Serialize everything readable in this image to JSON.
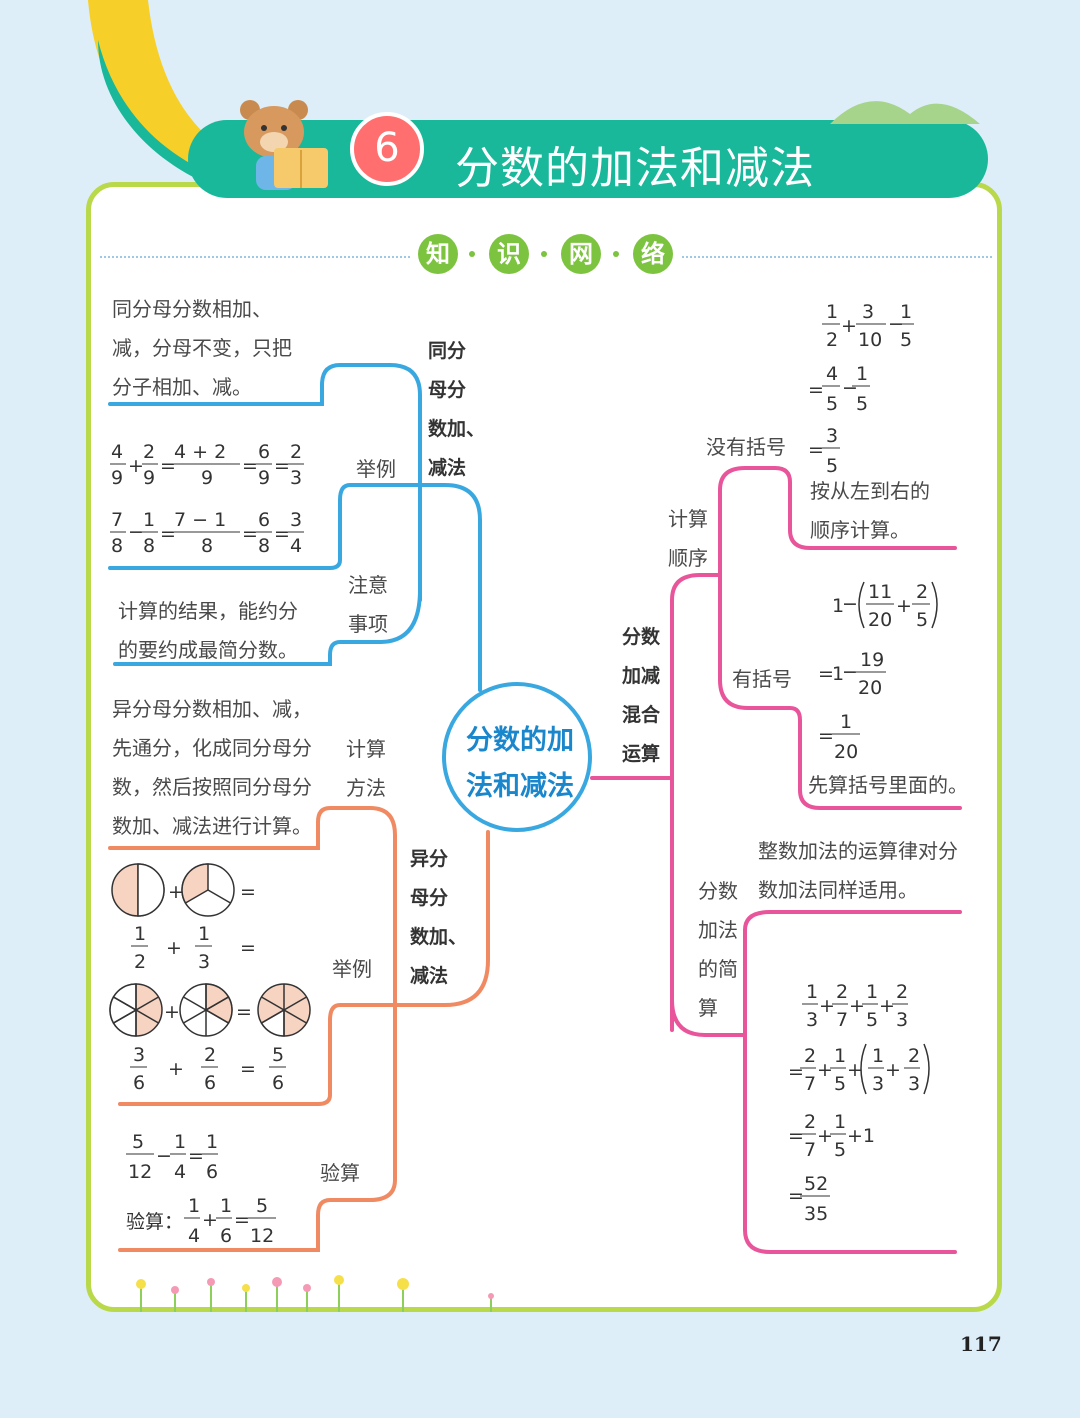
{
  "header": {
    "chapter_number": "6",
    "title": "分数的加法和减法"
  },
  "section": {
    "chars": [
      "知",
      "识",
      "网",
      "络"
    ]
  },
  "center": {
    "line1": "分数的加",
    "line2": "法和减法"
  },
  "left_top": {
    "branch": [
      "同分",
      "母分",
      "数加、",
      "减法"
    ],
    "rule": [
      "同分母分数相加、",
      "减，分母不变，只把",
      "分子相加、减。"
    ],
    "example_label": "举例",
    "note_label": [
      "注意",
      "事项"
    ],
    "note": [
      "计算的结果，能约分",
      "的要约成最简分数。"
    ],
    "ex1": {
      "a": "4",
      "b": "9",
      "c": "2",
      "d": "9",
      "e": "4 + 2",
      "f": "9",
      "g": "6",
      "h": "9",
      "i": "2",
      "j": "3"
    },
    "ex2": {
      "a": "7",
      "b": "8",
      "c": "1",
      "d": "8",
      "e": "7 − 1",
      "f": "8",
      "g": "6",
      "h": "8",
      "i": "3",
      "j": "4"
    }
  },
  "left_bottom": {
    "branch": [
      "异分",
      "母分",
      "数加、",
      "减法"
    ],
    "method_label": [
      "计算",
      "方法"
    ],
    "method": [
      "异分母分数相加、减，",
      "先通分，化成同分母分",
      "数，然后按照同分母分",
      "数加、减法进行计算。"
    ],
    "example_label": "举例",
    "check_label": "验算",
    "check_prefix": "验算：",
    "f1": [
      "1",
      "2",
      "1",
      "3"
    ],
    "f2": [
      "3",
      "6",
      "2",
      "6",
      "5",
      "6"
    ],
    "c1": [
      "5",
      "12",
      "1",
      "4",
      "1",
      "6"
    ],
    "c2": [
      "1",
      "4",
      "1",
      "6",
      "5",
      "12"
    ]
  },
  "right": {
    "branch": [
      "分数",
      "加减",
      "混合",
      "运算"
    ],
    "order_label": [
      "计算",
      "顺序"
    ],
    "no_paren_label": "没有括号",
    "no_paren_desc": [
      "按从左到右的",
      "顺序计算。"
    ],
    "np": [
      "1",
      "2",
      "3",
      "10",
      "1",
      "5",
      "4",
      "5",
      "1",
      "5",
      "3",
      "5"
    ],
    "paren_label": "有括号",
    "paren_desc": "先算括号里面的。",
    "p": [
      "1",
      "11",
      "20",
      "2",
      "5",
      "1",
      "19",
      "20",
      "1",
      "20"
    ],
    "simp_label": [
      "分数",
      "加法",
      "的简",
      "算"
    ],
    "simp_desc": [
      "整数加法的运算律对分",
      "数加法同样适用。"
    ],
    "s": [
      "1",
      "3",
      "2",
      "7",
      "1",
      "5",
      "2",
      "3",
      "52",
      "35"
    ]
  },
  "page_number": "117",
  "colors": {
    "blue": "#3aa8e0",
    "orange": "#ef8a62",
    "pink": "#e8559a",
    "teal": "#19b89a",
    "green": "#b9d94a"
  }
}
